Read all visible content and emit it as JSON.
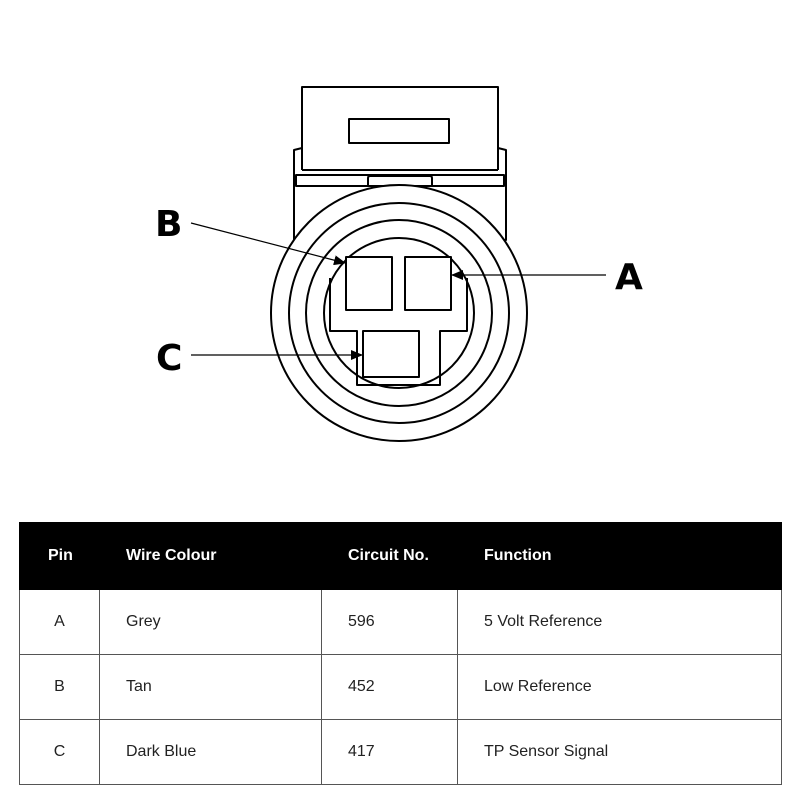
{
  "diagram": {
    "callouts": {
      "a": "A",
      "b": "B",
      "c": "C"
    }
  },
  "table": {
    "headers": {
      "pin": "Pin",
      "wire_colour": "Wire Colour",
      "circuit_no": "Circuit No.",
      "function": "Function"
    },
    "rows": [
      {
        "pin": "A",
        "wire_colour": "Grey",
        "circuit_no": "596",
        "function": "5 Volt Reference"
      },
      {
        "pin": "B",
        "wire_colour": "Tan",
        "circuit_no": "452",
        "function": "Low Reference"
      },
      {
        "pin": "C",
        "wire_colour": "Dark Blue",
        "circuit_no": "417",
        "function": "TP Sensor Signal"
      }
    ]
  }
}
